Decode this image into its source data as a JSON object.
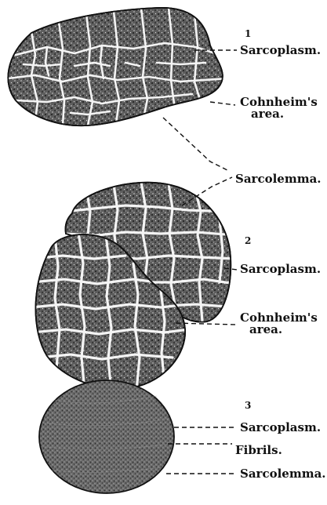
{
  "figure": {
    "panels": [
      {
        "number": "1",
        "labels": {
          "sarcoplasm": "Sarcoplasm.",
          "cohnheim_line1": "Cohnheim's",
          "cohnheim_line2": "area."
        }
      },
      {
        "number": "2",
        "labels": {
          "sarcoplasm": "Sarcoplasm.",
          "cohnheim_line1": "Cohnheim's",
          "cohnheim_line2": "area."
        }
      },
      {
        "number": "3",
        "labels": {
          "sarcoplasm": "Sarcoplasm.",
          "fibrils": "Fibrils.",
          "sarcolemma": "Sarcolemma."
        }
      }
    ],
    "shared_label": "Sarcolemma."
  }
}
